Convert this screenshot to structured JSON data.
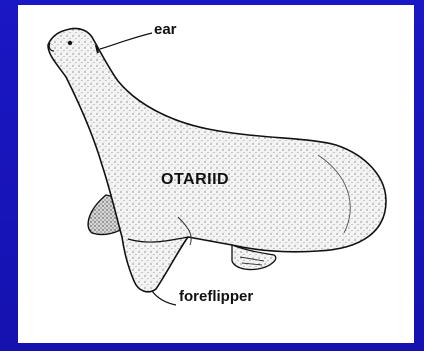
{
  "diagram": {
    "labels": {
      "ear": "ear",
      "animal_group": "OTARIID",
      "foreflipper": "foreflipper"
    },
    "colors": {
      "background": "#1a17c4",
      "panel": "#ffffff",
      "ink": "#111111"
    }
  }
}
